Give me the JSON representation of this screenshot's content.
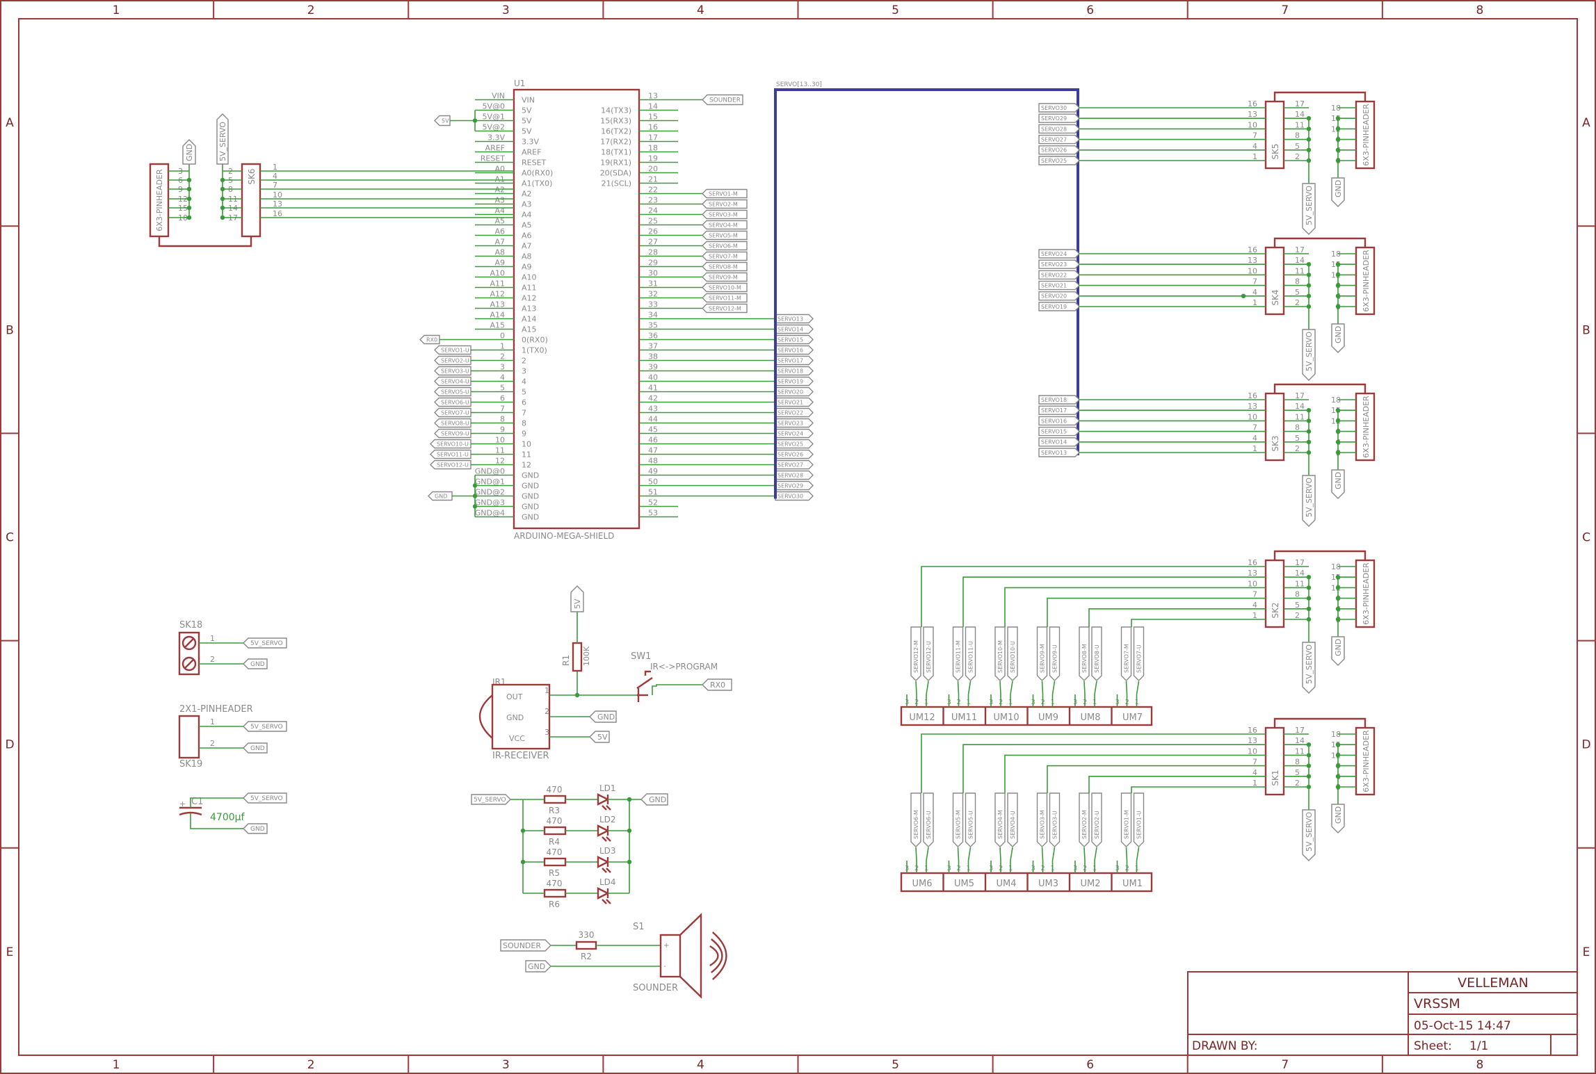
{
  "frame": {
    "columns": [
      "1",
      "2",
      "3",
      "4",
      "5",
      "6",
      "7",
      "8"
    ],
    "rows": [
      "A",
      "B",
      "C",
      "D",
      "E"
    ]
  },
  "title_block": {
    "company": "VELLEMAN",
    "project": "VRSSM",
    "date": "05-Oct-15 14:47",
    "drawn_by_label": "DRAWN BY:",
    "sheet_label": "Sheet:",
    "sheet_value": "1/1"
  },
  "u1": {
    "ref": "U1",
    "value": "ARDUINO-MEGA-SHIELD",
    "left_outer": [
      "VIN",
      "5V@0",
      "5V@1",
      "5V@2",
      "3.3V",
      "AREF",
      "RESET",
      "A0",
      "A1",
      "A2",
      "A3",
      "A4",
      "A5",
      "A6",
      "A7",
      "A8",
      "A9",
      "A10",
      "A11",
      "A12",
      "A13",
      "A14",
      "A15",
      "0",
      "1",
      "2",
      "3",
      "4",
      "5",
      "6",
      "7",
      "8",
      "9",
      "10",
      "11",
      "12",
      "GND@0",
      "GND@1",
      "GND@2",
      "GND@3",
      "GND@4"
    ],
    "left_inner": [
      "VIN",
      "5V",
      "5V",
      "5V",
      "3.3V",
      "AREF",
      "RESET",
      "A0(RX0)",
      "A1(TX0)",
      "A2",
      "A3",
      "A4",
      "A5",
      "A6",
      "A7",
      "A8",
      "A9",
      "A10",
      "A11",
      "A12",
      "A13",
      "A14",
      "A15",
      "0(RX0)",
      "1(TX0)",
      "2",
      "3",
      "4",
      "5",
      "6",
      "7",
      "8",
      "9",
      "10",
      "11",
      "12",
      "GND",
      "GND",
      "GND",
      "GND",
      "GND"
    ],
    "right_inner": [
      "",
      "14(TX3)",
      "15(RX3)",
      "16(TX2)",
      "17(RX2)",
      "18(TX1)",
      "19(RX1)",
      "20(SDA)",
      "21(SCL)"
    ],
    "right_nums": [
      "13",
      "14",
      "15",
      "16",
      "17",
      "18",
      "19",
      "20",
      "21",
      "22",
      "23",
      "24",
      "25",
      "26",
      "27",
      "28",
      "29",
      "30",
      "31",
      "32",
      "33",
      "34",
      "35",
      "36",
      "37",
      "38",
      "39",
      "40",
      "41",
      "42",
      "43",
      "44",
      "45",
      "46",
      "47",
      "48",
      "49",
      "50",
      "51",
      "52",
      "53"
    ]
  },
  "u1_labels": {
    "five_v": "5V",
    "rx0": "RX0",
    "gnd": "GND",
    "sounder": "SOUNDER",
    "servo_u": [
      "SERVO1-U",
      "SERVO2-U",
      "SERVO3-U",
      "SERVO4-U",
      "SERVO5-U",
      "SERVO6-U",
      "SERVO7-U",
      "SERVO8-U",
      "SERVO9-U",
      "SERVO10-U",
      "SERVO11-U",
      "SERVO12-U"
    ],
    "servo_m": [
      "SERVO1-M",
      "SERVO2-M",
      "SERVO3-M",
      "SERVO4-M",
      "SERVO5-M",
      "SERVO6-M",
      "SERVO7-M",
      "SERVO8-M",
      "SERVO9-M",
      "SERVO10-M",
      "SERVO11-M",
      "SERVO12-M"
    ],
    "servo_bus": [
      "SERVO13",
      "SERVO14",
      "SERVO15",
      "SERVO16",
      "SERVO17",
      "SERVO18",
      "SERVO19",
      "SERVO20",
      "SERVO21",
      "SERVO22",
      "SERVO23",
      "SERVO24",
      "SERVO25",
      "SERVO26",
      "SERVO27",
      "SERVO28",
      "SERVO29",
      "SERVO30"
    ],
    "bus_name": "SERVO[13..30]"
  },
  "sk6": {
    "ref": "SK6",
    "header_value": "6X3-PINHEADER",
    "pins_a": [
      "1",
      "4",
      "7",
      "10",
      "13",
      "16"
    ],
    "pins_b": [
      "2",
      "5",
      "8",
      "11",
      "14",
      "17"
    ],
    "pins_c": [
      "3",
      "6",
      "9",
      "12",
      "15",
      "18"
    ],
    "lbl_servo": "5V_SERVO",
    "lbl_gnd": "GND"
  },
  "headers": [
    {
      "ref": "SK5",
      "value": "6X3-PINHEADER",
      "labels": [
        "SERVO30",
        "SERVO29",
        "SERVO28",
        "SERVO27",
        "SERVO26",
        "SERVO25"
      ]
    },
    {
      "ref": "SK4",
      "value": "6X3-PINHEADER",
      "labels": [
        "SERVO24",
        "SERVO23",
        "SERVO22",
        "SERVO21",
        "SERVO20",
        "SERVO19"
      ]
    },
    {
      "ref": "SK3",
      "value": "6X3-PINHEADER",
      "labels": [
        "SERVO18",
        "SERVO17",
        "SERVO16",
        "SERVO15",
        "SERVO14",
        "SERVO13"
      ]
    },
    {
      "ref": "SK2",
      "value": "6X3-PINHEADER",
      "labels": []
    },
    {
      "ref": "SK1",
      "value": "6X3-PINHEADER",
      "labels": []
    }
  ],
  "header_pins": {
    "col1": [
      "16",
      "13",
      "10",
      "7",
      "4",
      "1"
    ],
    "col2": [
      "17",
      "14",
      "11",
      "8",
      "5",
      "2"
    ],
    "col3": [
      "18",
      "15",
      "12",
      "9",
      "6",
      "3"
    ],
    "lbl_servo": "5V_SERVO",
    "lbl_gnd": "GND"
  },
  "um_rows": [
    {
      "parts": [
        "UM12",
        "UM11",
        "UM10",
        "UM9",
        "UM8",
        "UM7"
      ],
      "labels": [
        "SERVO12-M",
        "SERVO12-U",
        "SERVO11-M",
        "SERVO11-U",
        "SERVO10-M",
        "SERVO10-U",
        "SERVO9-M",
        "SERVO9-U",
        "SERVO8-M",
        "SERVO8-U",
        "SERVO7-M",
        "SERVO7-U"
      ]
    },
    {
      "parts": [
        "UM6",
        "UM5",
        "UM4",
        "UM3",
        "UM2",
        "UM1"
      ],
      "labels": [
        "SERVO6-M",
        "SERVO6-U",
        "SERVO5-M",
        "SERVO5-U",
        "SERVO4-M",
        "SERVO4-U",
        "SERVO3-M",
        "SERVO3-U",
        "SERVO2-M",
        "SERVO2-U",
        "SERVO1-M",
        "SERVO1-U"
      ]
    }
  ],
  "um_pins": [
    "3",
    "2",
    "1"
  ],
  "sk18": {
    "ref": "SK18",
    "pin1": "1",
    "pin2": "2",
    "lbl1": "5V_SERVO",
    "lbl2": "GND"
  },
  "sk19": {
    "ref": "SK19",
    "value": "2X1-PINHEADER",
    "pin1": "1",
    "pin2": "2",
    "lbl1": "5V_SERVO",
    "lbl2": "GND"
  },
  "c1": {
    "ref": "C1",
    "value": "4700µf",
    "plus": "+",
    "lbl1": "5V_SERVO",
    "lbl2": "GND"
  },
  "ir": {
    "ref": "IR1",
    "value": "IR-RECEIVER",
    "out": "OUT",
    "gnd": "GND",
    "vcc": "VCC",
    "pin1": "1",
    "pin2": "2",
    "pin3": "3",
    "lbl_gnd": "GND",
    "lbl_5v": "5V",
    "lbl_top5v": "5V",
    "lbl_rx0": "RX0"
  },
  "r1": {
    "ref": "R1",
    "value": "100K"
  },
  "sw1": {
    "ref": "SW1",
    "value": "IR<->PROGRAM"
  },
  "leds": {
    "in_label": "5V_SERVO",
    "out_label": "GND",
    "resistors": [
      {
        "ref": "R3",
        "value": "470"
      },
      {
        "ref": "R4",
        "value": "470"
      },
      {
        "ref": "R5",
        "value": "470"
      },
      {
        "ref": "R6",
        "value": "470"
      }
    ],
    "leds": [
      "LD1",
      "LD2",
      "LD3",
      "LD4"
    ]
  },
  "sounder": {
    "ref": "S1",
    "value": "SOUNDER",
    "r_ref": "R2",
    "r_value": "330",
    "lbl_sounder": "SOUNDER",
    "lbl_gnd": "GND",
    "plus": "+",
    "minus": "-"
  }
}
